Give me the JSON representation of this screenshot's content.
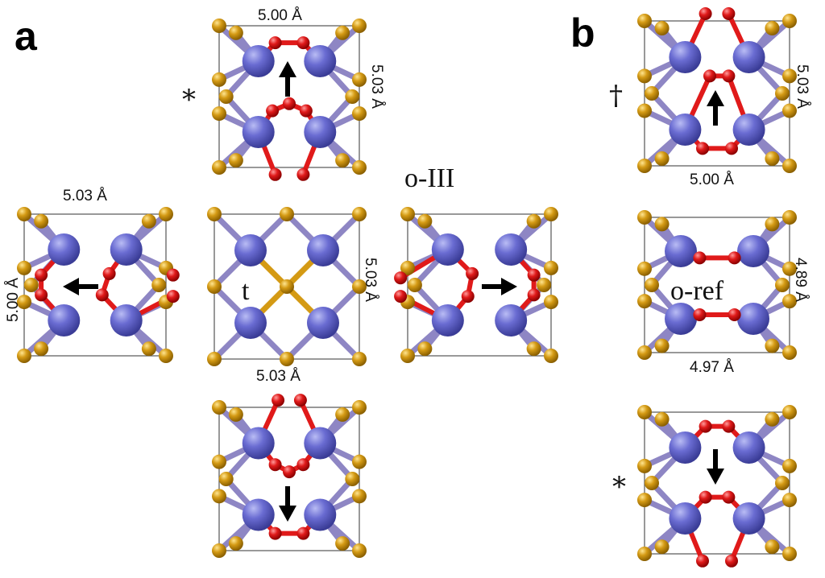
{
  "panels": [
    {
      "letter": "a"
    },
    {
      "letter": "b"
    }
  ],
  "labels": {
    "a_top_width": "5.00 Å",
    "a_top_height": "5.03 Å",
    "a_top_marker": "*",
    "a_left_width": "5.03 Å",
    "a_left_height": "5.00 Å",
    "a_center_phase": "t",
    "a_center_height": "5.03 Å",
    "a_center_width": "5.03 Å",
    "a_right_phase": "o-III",
    "b_top_marker": "†",
    "b_top_height": "5.03 Å",
    "b_top_width": "5.00 Å",
    "b_mid_phase": "o-ref",
    "b_mid_height": "4.89 Å",
    "b_mid_width": "4.97 Å",
    "b_bot_marker": "*"
  },
  "colors": {
    "hf_atom": "#6a6cd2",
    "s_atom": "#d49a14",
    "o_atom": "#e01a1a",
    "bond_hf_s": "#8e86c4",
    "arrow": "#000000",
    "cell_outline": "#555555"
  },
  "arrows": [
    {
      "cell": "a-top",
      "direction": "up"
    },
    {
      "cell": "a-left",
      "direction": "left"
    },
    {
      "cell": "a-right",
      "direction": "right"
    },
    {
      "cell": "a-bottom",
      "direction": "down"
    },
    {
      "cell": "b-top",
      "direction": "up"
    },
    {
      "cell": "b-bottom",
      "direction": "down"
    }
  ]
}
